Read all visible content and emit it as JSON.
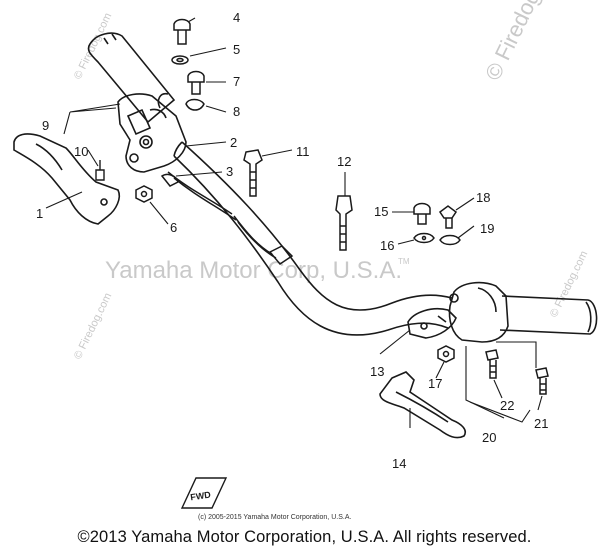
{
  "watermarks": {
    "top_right": "© Firedog.com",
    "top_left": "© Firedog.com",
    "left": "© Firedog.com",
    "right": "© Firedog.com",
    "center": "Yamaha Motor Corp, U.S.A."
  },
  "small_copyright": "(c) 2005-2015 Yamaha Motor Corporation, U.S.A.",
  "fwd_label": "FWD",
  "tm_mark": "TM",
  "footer": "©2013 Yamaha Motor Corporation, U.S.A. All rights reserved.",
  "callouts": {
    "c1": "1",
    "c2": "2",
    "c3": "3",
    "c4": "4",
    "c5": "5",
    "c6": "6",
    "c7": "7",
    "c8": "8",
    "c9": "9",
    "c10": "10",
    "c11": "11",
    "c12": "12",
    "c13": "13",
    "c14": "14",
    "c15": "15",
    "c16": "16",
    "c17": "17",
    "c18": "18",
    "c19": "19",
    "c20": "20",
    "c21": "21",
    "c22": "22"
  }
}
